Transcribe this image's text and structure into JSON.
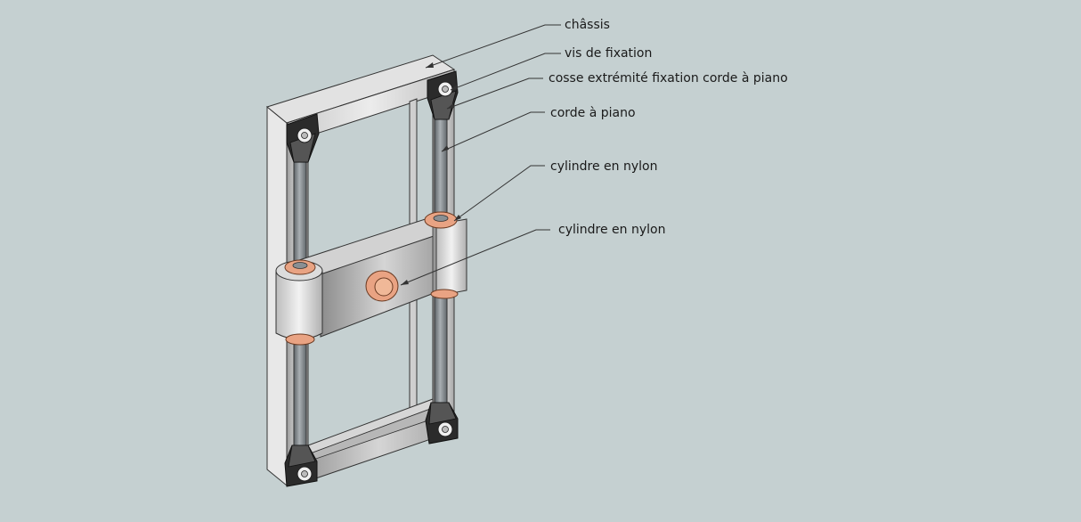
{
  "labels": {
    "chassis": "châssis",
    "screw": "vis de fixation",
    "lug": "cosse extrémité fixation corde à piano",
    "wire": "corde à piano",
    "nylon_1": "cylindre en nylon",
    "nylon_2": "cylindre en nylon"
  },
  "colors": {
    "background": "#c5d0d1",
    "frame_light": "#e6e6e6",
    "frame_mid": "#bdbdbd",
    "frame_dark": "#8f8f8f",
    "rod": "#8a8f93",
    "nylon": "#e9a383",
    "lug": "#2b2b2b",
    "leader_line": "#333333"
  }
}
